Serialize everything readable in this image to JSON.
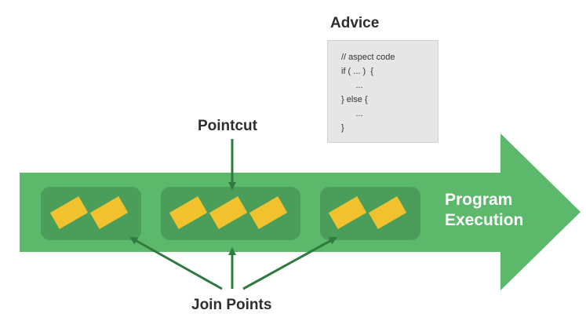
{
  "advice": {
    "title": "Advice",
    "code": "// aspect code\nif ( ... )  {\n      ...\n} else {\n      ...\n}"
  },
  "pointcut": {
    "label": "Pointcut"
  },
  "join_points": {
    "label": "Join Points"
  },
  "program_execution": {
    "line1": "Program",
    "line2": "Execution"
  },
  "groups": [
    {
      "join_point_count": 2
    },
    {
      "join_point_count": 3
    },
    {
      "join_point_count": 2
    }
  ],
  "colors": {
    "arrow": "#5cb86a",
    "group_box": "#4a9e59",
    "join_point": "#f2c12e",
    "pointer": "#2f7a3e",
    "text": "#2e2e2e"
  }
}
